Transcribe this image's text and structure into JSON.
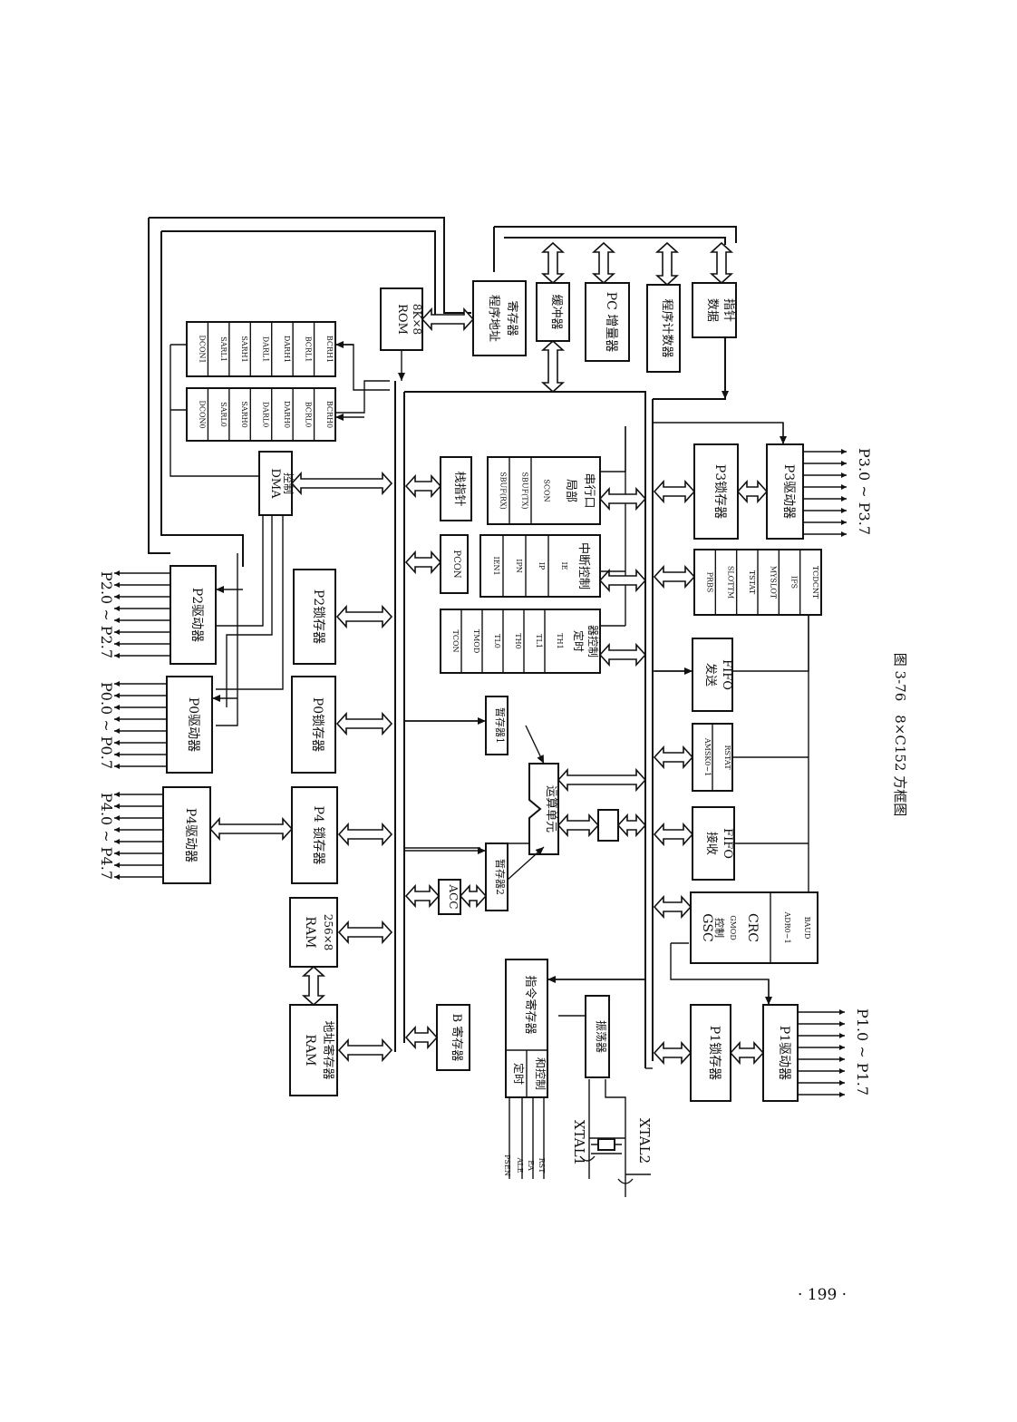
{
  "figure": {
    "caption": "图 3-76　8×C152 方框图",
    "page_number": "· 199 ·"
  },
  "ports": {
    "p2_label": "P2.0 ~ P2.7",
    "p0_label": "P0.0 ~ P0.7",
    "p4_label": "P4.0 ~ P4.7",
    "p3_label": "P3.0 ~ P3.7",
    "p1_label": "P1.0 ~ P1.7"
  },
  "blocks": {
    "rom": "ROM",
    "rom_size": "8K×8",
    "dcon1_regs": [
      "DCON1",
      "SARL1",
      "SARH1",
      "DARL1",
      "DARH1",
      "BCRL1",
      "BCRH1"
    ],
    "dcon0_regs": [
      "DCON0",
      "SARL0",
      "SARH0",
      "DARL0",
      "DARH0",
      "BCRL0",
      "BCRH0"
    ],
    "program_address_register": [
      "程序地址",
      "寄存器"
    ],
    "buffer": "缓冲器",
    "pc_incrementer": "PC 增量器",
    "program_counter": "程序计数器",
    "data_pointer": [
      "数据",
      "指针"
    ],
    "dma_control": [
      "DMA",
      "控制"
    ],
    "stack_pointer": "栈指针",
    "serial_regs": [
      "SBUF(RX)",
      "SBUF(TX)",
      "SCON"
    ],
    "serial_port": [
      "局部",
      "串行口"
    ],
    "pcon": "PCON",
    "interrupt_regs": [
      "IEN1",
      "IPN",
      "IP",
      "IE"
    ],
    "interrupt_control": "中断控制",
    "timer_regs": [
      "TCON",
      "TMOD",
      "TL0",
      "TH0",
      "TL1",
      "TH1"
    ],
    "timer_control": [
      "定时",
      "器控制"
    ],
    "temp_reg1": "暂存器1",
    "temp_reg2": "暂存器2",
    "alu": "运算单元",
    "acc": "ACC",
    "b_register": "B 寄存器",
    "p2_driver": "P2驱动器",
    "p0_driver": "P0驱动器",
    "p4_driver": "P4驱动器",
    "p2_latch": "P2锁存器",
    "p0_latch": "P0锁存器",
    "p4_latch": "P4 锁存器",
    "ram": "RAM",
    "ram_size": "256×8",
    "ram_addr_reg": [
      "RAM",
      "地址寄存器"
    ],
    "instruction_register": "指令寄存器",
    "timing_control": [
      "定时",
      "和控制"
    ],
    "oscillator": "振荡器",
    "xtal1": "XTAL1",
    "xtal2": "XTAL2",
    "control_pins": [
      "PSEN",
      "ALE",
      "EA",
      "RST"
    ],
    "p3_latch": "P3锁存器",
    "p3_driver": "P3驱动器",
    "gsc_regs": [
      "PRBS",
      "SLOTTM",
      "TSTAT",
      "MYSLOT",
      "IFS",
      "TCDCNT"
    ],
    "transmit_fifo": [
      "发送",
      "FIFO"
    ],
    "amsk_regs": [
      "AMSK0~1",
      "RSTAT"
    ],
    "receive_fifo": [
      "接收",
      "FIFO"
    ],
    "gsc_block": [
      "GSC",
      "控制",
      "CRC"
    ],
    "gsc_sub_regs": [
      "GMOD",
      "ADR0~1",
      "BAUD"
    ],
    "p1_latch": "P1锁存器",
    "p1_driver": "P1驱动器"
  }
}
